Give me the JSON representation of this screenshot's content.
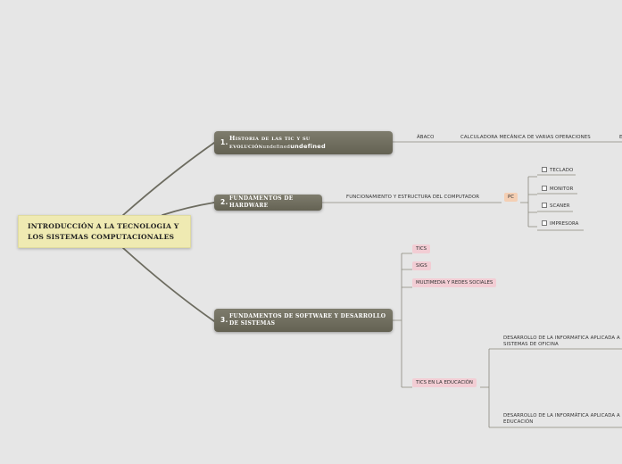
{
  "root": {
    "title": "INTRODUCCIÓN A LA TECNOLOGIA Y LOS SISTEMAS COMPUTACIONALES"
  },
  "topics": [
    {
      "num": "1.",
      "title_main": "Historia de las tic y su evolución",
      "title_undef_small": "undefined",
      "title_undef": "undefined"
    },
    {
      "num": "2.",
      "title": "FUNDAMENTOS DE HARDWARE"
    },
    {
      "num": "3.",
      "title": "FUNDAMENTOS DE SOFTWARE Y DESARROLLO DE SISTEMAS"
    }
  ],
  "topic1_children": {
    "abaco": "ÁBACO",
    "calculadora": "CALCULADORA MECÁNICA DE VARIAS OPERACIONES",
    "more": "E"
  },
  "topic2_children": {
    "funcionamiento": "FUNCIONAMIENTO Y ESTRUCTURA DEL COMPUTADOR",
    "pc": "PC",
    "items": [
      "TECLADO",
      "MONITOR",
      "SCANER",
      "IMPRESORA"
    ]
  },
  "topic3_children": {
    "tics": "TICS",
    "sigs": "SIGS",
    "multimedia": "MULTIMEDIA Y REDES SOCIALES",
    "tics_educacion": "TICS EN LA EDUCACIÓN",
    "desarrollo_oficina": "DESARROLLO DE LA INFORMATICA APLICADA A SISTEMAS DE OFICINA",
    "desarrollo_educacion": "DESARROLLO DE LA INFORMÁTICA APLICADA A EDUCACIÓN"
  }
}
